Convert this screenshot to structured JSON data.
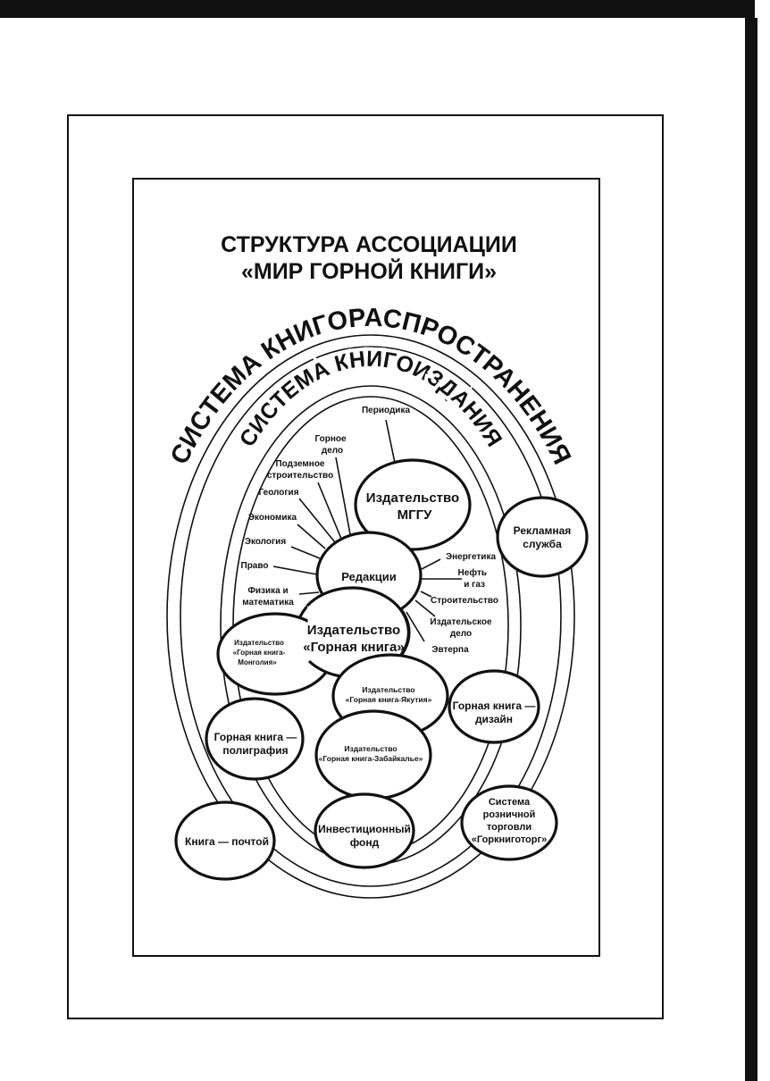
{
  "title": {
    "line1": "СТРУКТУРА АССОЦИАЦИИ",
    "line2": "«МИР ГОРНОЙ КНИГИ»"
  },
  "rings": {
    "outer": "СИСТЕМА КНИГОРАСПРОСТРАНЕНИЯ",
    "inner": "СИСТЕМА КНИГОИЗДАНИЯ"
  },
  "nodes": {
    "mggu": [
      "Издательство",
      "МГГУ"
    ],
    "redaktsii": [
      "Редакции"
    ],
    "gornaya_kniga": [
      "Издательство",
      "«Горная книга»"
    ],
    "mongolia": [
      "Издательство",
      "«Горная книга-",
      "Монголия»"
    ],
    "yakutia": [
      "Издательство",
      "«Горная книга-Якутия»"
    ],
    "zabaikalie": [
      "Издательство",
      "«Горная книга-Забайкалье»"
    ],
    "reklama": [
      "Рекламная",
      "служба"
    ],
    "dizain": [
      "Горная книга —",
      "дизайн"
    ],
    "poligrafia": [
      "Горная книга —",
      "полиграфия"
    ],
    "fond": [
      "Инвестиционный",
      "фонд"
    ],
    "gorknigotorg": [
      "Система",
      "розничной",
      "торговли",
      "«Горкниготорг»"
    ],
    "pochta": [
      "Книга — почтой"
    ]
  },
  "editorial_topics": {
    "periodika": [
      "Периодика"
    ],
    "gornoe_delo": [
      "Горное",
      "дело"
    ],
    "podzemnoe": [
      "Подземное",
      "строительство"
    ],
    "geologia": [
      "Геология"
    ],
    "ekonomika": [
      "Экономика"
    ],
    "ekologia": [
      "Экология"
    ],
    "pravo": [
      "Право"
    ],
    "fizika": [
      "Физика и",
      "математика"
    ],
    "energetika": [
      "Энергетика"
    ],
    "neft": [
      "Нефть",
      "и газ"
    ],
    "stroitelstvo": [
      "Строительство"
    ],
    "izdatelskoe": [
      "Издательское",
      "дело"
    ],
    "evterpa": [
      "Эвтерпа"
    ]
  }
}
